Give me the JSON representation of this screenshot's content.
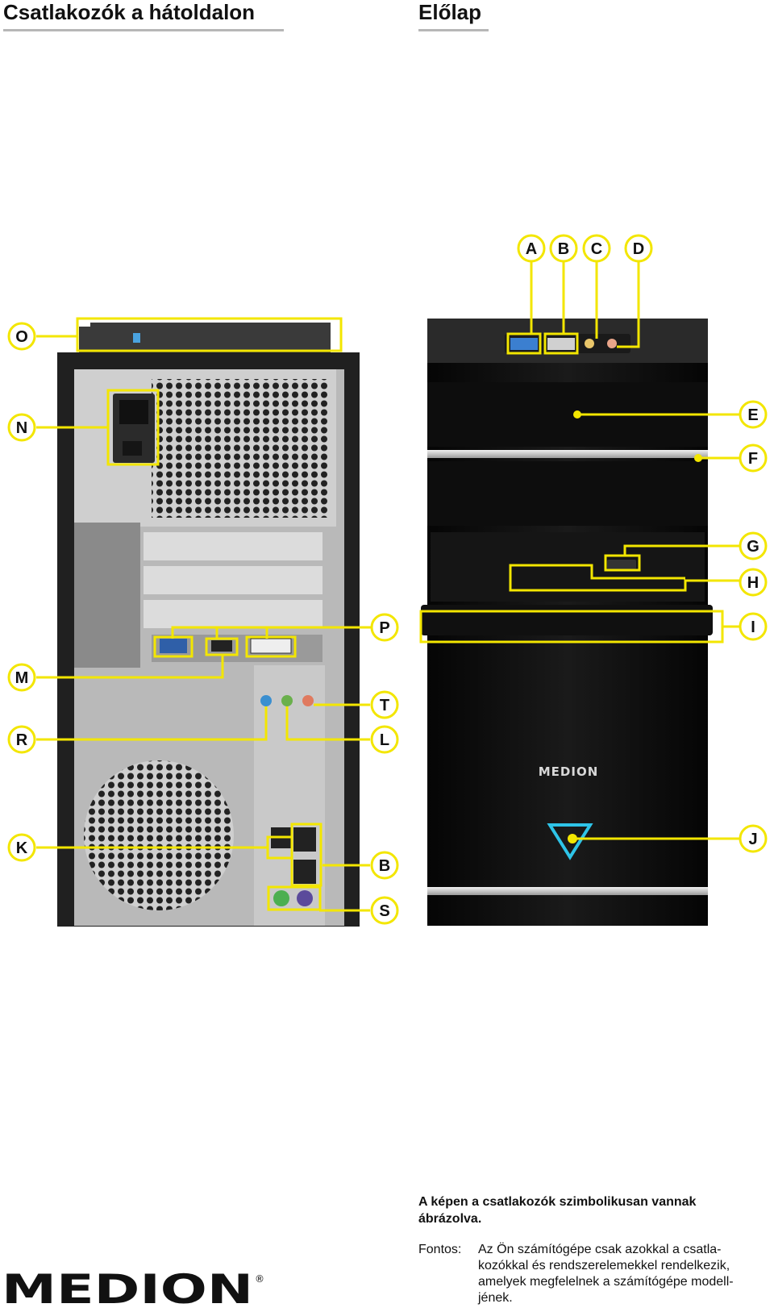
{
  "headings": {
    "back": "Csatlakozók a hátoldalon",
    "front": "Előlap"
  },
  "callouts": {
    "back": [
      "O",
      "N",
      "P",
      "M",
      "T",
      "R",
      "L",
      "K",
      "B",
      "S"
    ],
    "front": [
      "A",
      "B",
      "C",
      "D",
      "E",
      "F",
      "G",
      "H",
      "I",
      "J"
    ]
  },
  "case_branding": "MEDION",
  "note": "A képen a csatlakozók szimbolikusan vannak ábrázolva.",
  "important": {
    "label": "Fontos:",
    "text": "Az Ön számítógépe csak azokkal a csatla-kozókkal és rendszerelemekkel rendelkezik, amelyek megfelelnek a számítógépe modell-jének."
  },
  "logo": {
    "text": "MEDION",
    "mark": "®"
  },
  "colors": {
    "callout": "#f3e600",
    "heading_rule": "#b7b7b7"
  }
}
